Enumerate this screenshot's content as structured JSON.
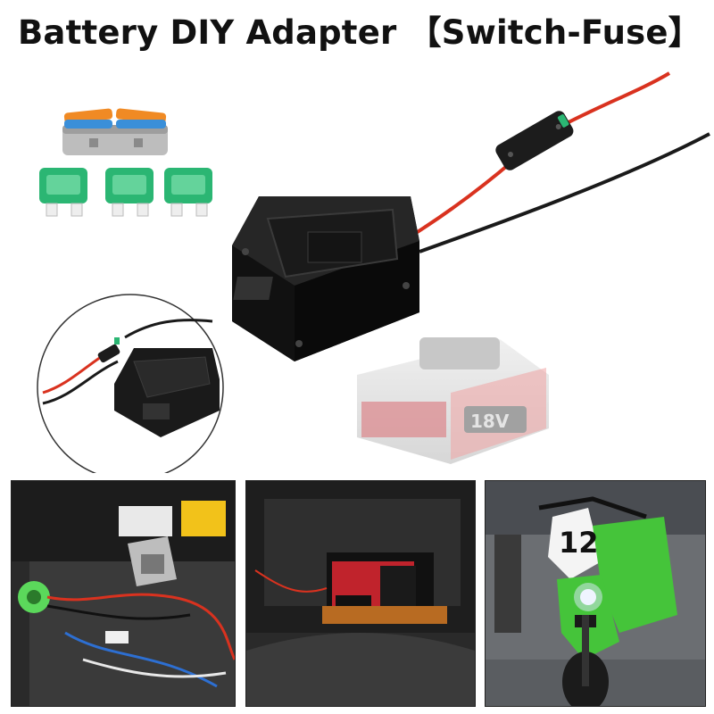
{
  "title": "Battery DIY Adapter 【Switch-Fuse】",
  "battery": {
    "voltage_label": "18V"
  },
  "photos": [
    {
      "name": "golf-cart-install-photo"
    },
    {
      "name": "ride-on-car-install-photo"
    },
    {
      "name": "dirt-bike-light-photo",
      "number_plate": "12"
    }
  ],
  "colors": {
    "wire_red": "#d9321f",
    "wire_black": "#1a1a1a",
    "fuse_green": "#2bb673",
    "dirt_bike_green": "#45c43a",
    "battery_red": "#c0232c"
  }
}
